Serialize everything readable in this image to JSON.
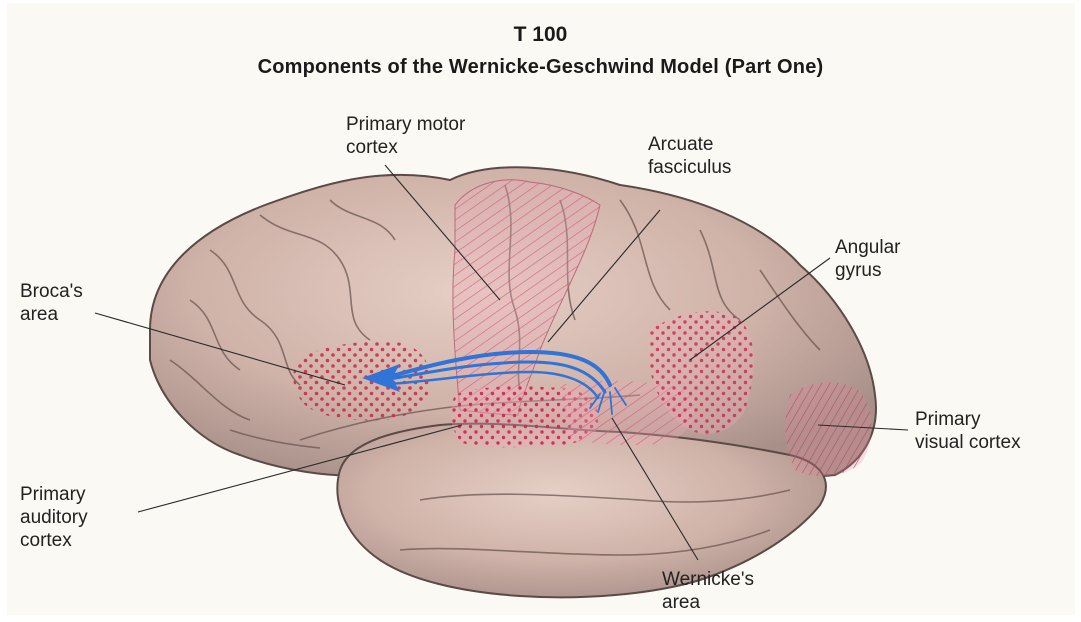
{
  "title": {
    "code": "T 100",
    "main": "Components of the Wernicke-Geschwind Model (Part One)"
  },
  "labels": {
    "primary_motor_cortex": "Primary motor\ncortex",
    "arcuate_fasciculus": "Arcuate\nfasciculus",
    "angular_gyrus": "Angular\ngyrus",
    "brocas_area": "Broca's\narea",
    "primary_visual_cortex": "Primary\nvisual cortex",
    "primary_auditory_cortex": "Primary\nauditory\ncortex",
    "wernickes_area": "Wernicke's\narea"
  },
  "colors": {
    "brain": "#c9aea5",
    "region_hatch": "#d46a84",
    "region_dots": "#d02a4e",
    "arcuate_fiber": "#2f74d6"
  }
}
